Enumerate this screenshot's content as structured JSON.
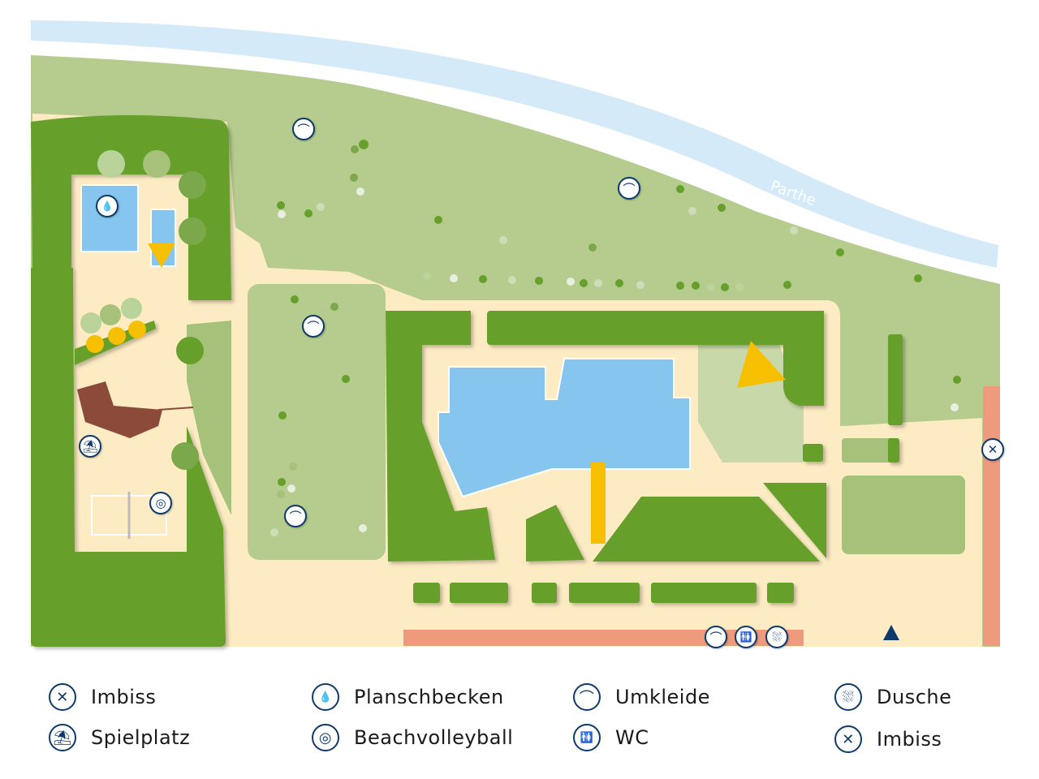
{
  "map": {
    "river_label": "Parthe",
    "colors": {
      "meadow": "#b5cc8e",
      "hedge": "#66a02a",
      "sand": "#fdebc4",
      "water": "#86c6ee",
      "river": "#d4eaf8",
      "icon": "#0d3a6b",
      "path": "#ef9a7c",
      "slide": "#f6c000"
    },
    "markers": [
      {
        "icon": "hanger-icon",
        "glyph": "⌒"
      },
      {
        "icon": "hanger-icon",
        "glyph": "⌒"
      },
      {
        "icon": "hanger-icon",
        "glyph": "⌒"
      },
      {
        "icon": "hanger-icon",
        "glyph": "⌒"
      },
      {
        "icon": "hanger-icon",
        "glyph": "⌒"
      },
      {
        "icon": "wc-icon",
        "glyph": "🚻"
      },
      {
        "icon": "shower-icon",
        "glyph": "⛆"
      },
      {
        "icon": "cutlery-icon",
        "glyph": "✕"
      },
      {
        "icon": "splash-icon",
        "glyph": "💧"
      },
      {
        "icon": "bucket-icon",
        "glyph": "⛱"
      },
      {
        "icon": "volleyball-icon",
        "glyph": "◎"
      }
    ]
  },
  "legend": [
    {
      "label": "Imbiss",
      "icon": "cutlery-icon",
      "glyph": "✕"
    },
    {
      "label": "Spielplatz",
      "icon": "bucket-icon",
      "glyph": "⛱"
    },
    {
      "label": "Planschbecken",
      "icon": "splash-icon",
      "glyph": "💧"
    },
    {
      "label": "Beachvolleyball",
      "icon": "volleyball-icon",
      "glyph": "◎"
    },
    {
      "label": "Umkleide",
      "icon": "hanger-icon",
      "glyph": "⌒"
    },
    {
      "label": "WC",
      "icon": "wc-icon",
      "glyph": "🚻"
    },
    {
      "label": "Dusche",
      "icon": "shower-icon",
      "glyph": "⛆"
    },
    {
      "label": "Imbiss",
      "icon": "cutlery-icon",
      "glyph": "✕"
    }
  ]
}
